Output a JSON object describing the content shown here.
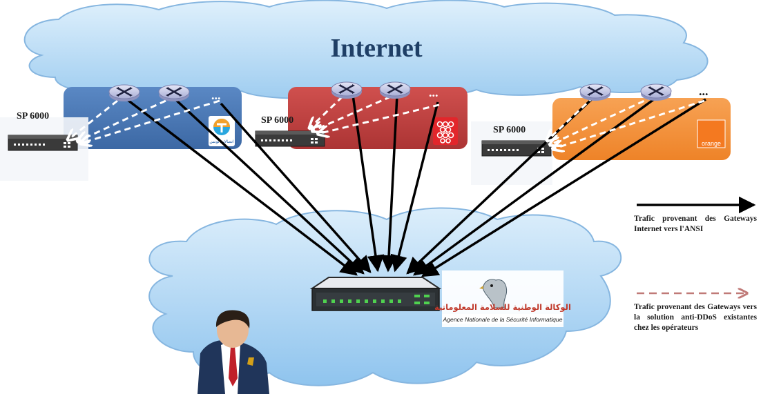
{
  "cloud": {
    "title": "Internet"
  },
  "operators": [
    {
      "id": "tunisie-telecom",
      "sp_label": "SP 6000",
      "box_color": "#4a78b5",
      "logo_text": "اتصالات تونس"
    },
    {
      "id": "ooredoo",
      "sp_label": "SP 6000",
      "box_color": "#c2403f"
    },
    {
      "id": "orange",
      "sp_label": "SP 6000",
      "box_color": "#f3913a",
      "logo_text": "orange"
    }
  ],
  "router_ellipsis": "...",
  "ansi": {
    "arabic_name": "الوكالة الوطنية للسلامة المعلوماتية",
    "french_name": "Agence Nationale de la Sécurité Informatique"
  },
  "legend": {
    "solid": {
      "text": "Trafic provenant des Gateways Internet vers l'ANSI",
      "color": "#000000"
    },
    "dashed": {
      "text": "Trafic provenant des Gateways vers la solution anti-DDoS existantes chez les opérateurs",
      "color": "#c07a78"
    }
  },
  "colors": {
    "internet_cloud": "#b9dcf6",
    "ansi_cloud": "#bde0fa",
    "router": "#c9cde8",
    "switch_led": "#4fd14f"
  }
}
